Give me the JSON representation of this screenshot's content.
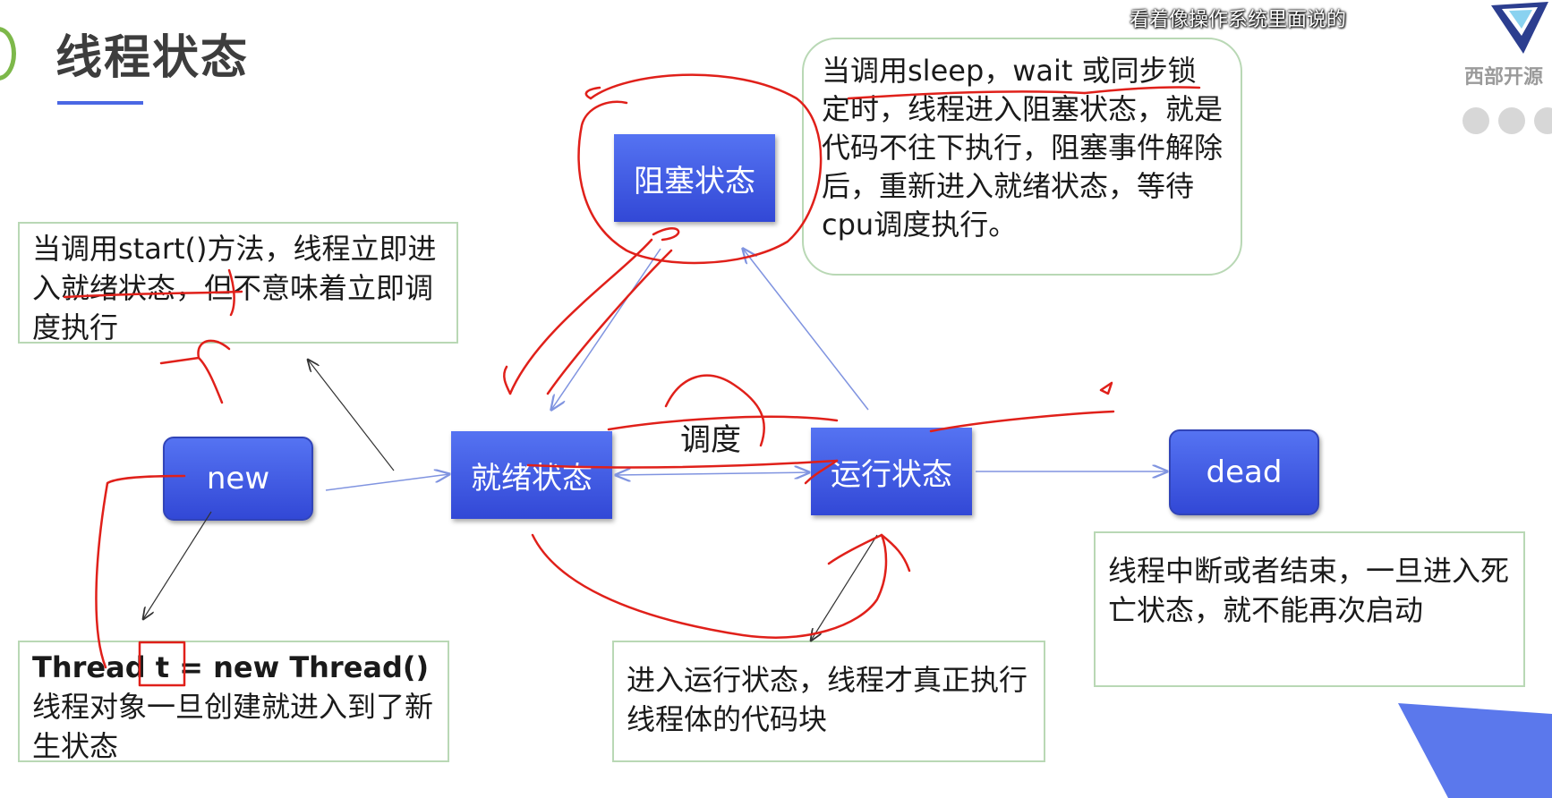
{
  "slide": {
    "title": "线程状态",
    "caption": "看着像操作系统里面说的",
    "logo_text": "西部开源"
  },
  "states": {
    "new": "new",
    "ready": "就绪状态",
    "blocked": "阻塞状态",
    "running": "运行状态",
    "dead": "dead"
  },
  "edge_labels": {
    "schedule": "调度"
  },
  "notes": {
    "start": "当调用start()方法，线程立即进入就绪状态，但不意味着立即调度执行",
    "blocked": "当调用sleep，wait 或同步锁定时，线程进入阻塞状态，就是代码不往下执行，阻塞事件解除后，重新进入就绪状态，等待cpu调度执行。",
    "new_code": "Thread t = new Thread()",
    "new_desc": "线程对象一旦创建就进入到了新生状态",
    "running": "进入运行状态，线程才真正执行线程体的代码块",
    "dead": "线程中断或者结束，一旦进入死亡状态，就不能再次启动"
  },
  "colors": {
    "state_fill": "#4060e6",
    "note_border": "#b9d8b5",
    "arrow_blue": "#8094e0",
    "annotation_red": "#e0201a",
    "accent": "#4a67e4"
  },
  "icons": {
    "logo": "triangle-logo-icon"
  }
}
